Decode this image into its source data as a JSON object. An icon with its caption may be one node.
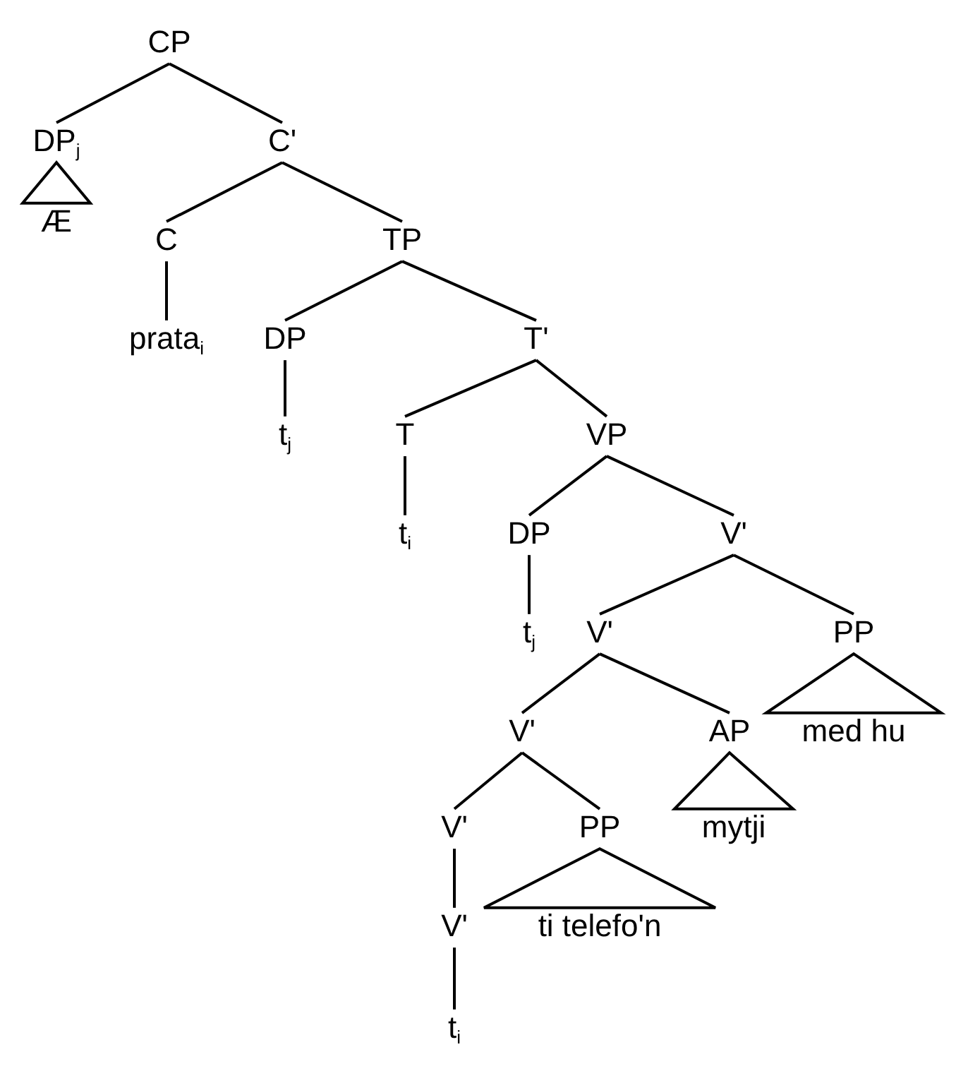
{
  "diagram": {
    "nodes": [
      {
        "text": [
          "CP"
        ]
      },
      {
        "text": [
          "DP$_{j}$"
        ]
      },
      {
        "text": [
          "C'"
        ]
      },
      {
        "text": [
          "Æ"
        ]
      },
      {
        "text": [
          "C"
        ]
      },
      {
        "text": [
          "TP"
        ]
      },
      {
        "text": [
          "prata$_{i}$"
        ]
      },
      {
        "text": [
          "DP"
        ]
      },
      {
        "text": [
          "T'"
        ]
      },
      {
        "text": [
          "t$_{j}$"
        ]
      },
      {
        "text": [
          "T"
        ]
      },
      {
        "text": [
          "VP"
        ]
      },
      {
        "text": [
          "t$_{i}$"
        ]
      },
      {
        "text": [
          "DP"
        ]
      },
      {
        "text": [
          "V'"
        ]
      },
      {
        "text": [
          "t$_{j}$"
        ]
      },
      {
        "text": [
          "V'"
        ]
      },
      {
        "text": [
          "PP"
        ]
      },
      {
        "text": [
          "V'"
        ]
      },
      {
        "text": [
          "AP"
        ]
      },
      {
        "text": [
          "med hu"
        ]
      },
      {
        "text": [
          "V'"
        ]
      },
      {
        "text": [
          "PP"
        ]
      },
      {
        "text": [
          "mytji"
        ]
      },
      {
        "text": [
          "V'"
        ]
      },
      {
        "text": [
          "ti telefo'n"
        ]
      },
      {
        "text": [
          "t$_{i}$"
        ]
      }
    ],
    "edges": [
      {
        "from": 0,
        "to": 1,
        "arrow": "none"
      },
      {
        "from": 0,
        "to": 2,
        "arrow": "none"
      },
      {
        "from": 1,
        "to": 3,
        "arrow": "none"
      },
      {
        "from": 2,
        "to": 4,
        "arrow": "none"
      },
      {
        "from": 2,
        "to": 5,
        "arrow": "none"
      },
      {
        "from": 4,
        "to": 6,
        "arrow": "none"
      },
      {
        "from": 5,
        "to": 7,
        "arrow": "none"
      },
      {
        "from": 5,
        "to": 8,
        "arrow": "none"
      },
      {
        "from": 7,
        "to": 9,
        "arrow": "none"
      },
      {
        "from": 8,
        "to": 10,
        "arrow": "none"
      },
      {
        "from": 8,
        "to": 11,
        "arrow": "none"
      },
      {
        "from": 10,
        "to": 12,
        "arrow": "none"
      },
      {
        "from": 11,
        "to": 13,
        "arrow": "none"
      },
      {
        "from": 11,
        "to": 14,
        "arrow": "none"
      },
      {
        "from": 13,
        "to": 15,
        "arrow": "none"
      },
      {
        "from": 14,
        "to": 16,
        "arrow": "none"
      },
      {
        "from": 14,
        "to": 17,
        "arrow": "none"
      },
      {
        "from": 16,
        "to": 18,
        "arrow": "none"
      },
      {
        "from": 16,
        "to": 19,
        "arrow": "none"
      },
      {
        "from": 17,
        "to": 20,
        "arrow": "none"
      },
      {
        "from": 18,
        "to": 21,
        "arrow": "none"
      },
      {
        "from": 18,
        "to": 22,
        "arrow": "none"
      },
      {
        "from": 19,
        "to": 23,
        "arrow": "none"
      },
      {
        "from": 21,
        "to": 24,
        "arrow": "none"
      },
      {
        "from": 22,
        "to": 25,
        "arrow": "none"
      },
      {
        "from": 24,
        "to": 26,
        "arrow": "none"
      }
    ]
  }
}
